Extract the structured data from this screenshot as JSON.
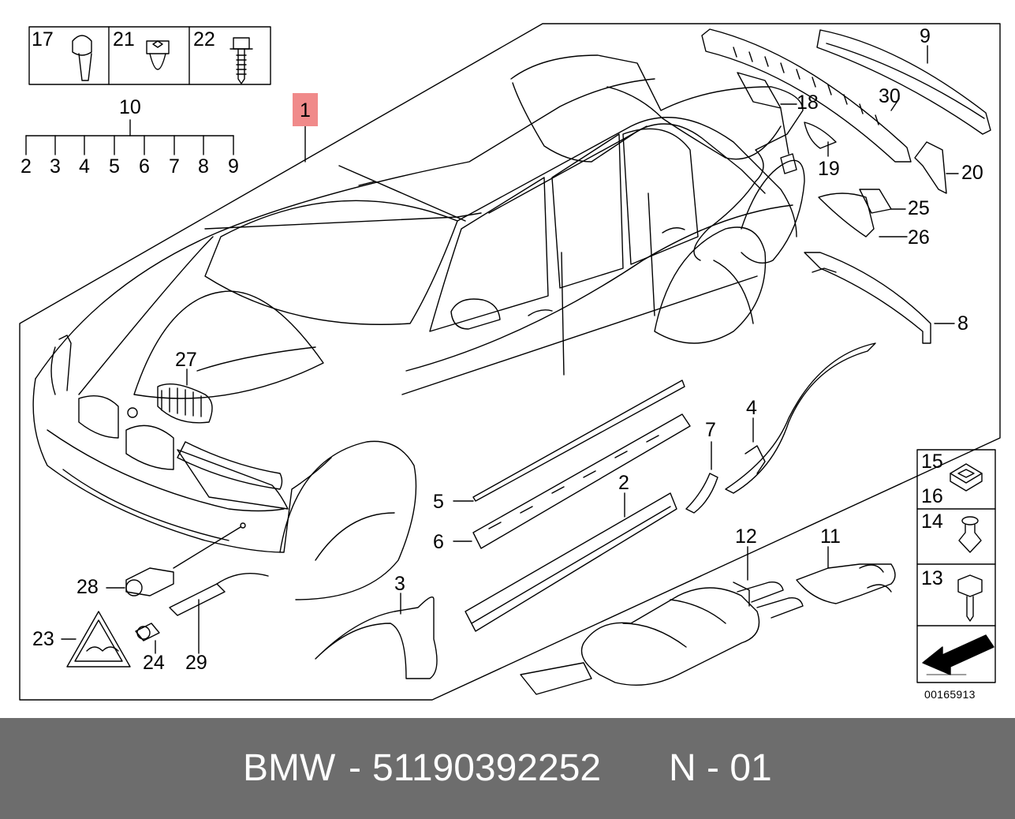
{
  "diagram": {
    "highlighted_label": "1",
    "reference_number": "00165913",
    "highlight_color": "#f08a8a",
    "labels": {
      "l17": "17",
      "l21": "21",
      "l22": "22",
      "l10": "10",
      "l2a": "2",
      "l3a": "3",
      "l4a": "4",
      "l5a": "5",
      "l6a": "6",
      "l7a": "7",
      "l8a": "8",
      "l9a": "9",
      "l9": "9",
      "l30": "30",
      "l18": "18",
      "l19": "19",
      "l20": "20",
      "l25": "25",
      "l26": "26",
      "l8": "8",
      "l27": "27",
      "l4": "4",
      "l7": "7",
      "l2": "2",
      "l5": "5",
      "l6": "6",
      "l15": "15",
      "l16": "16",
      "l14": "14",
      "l13": "13",
      "l12": "12",
      "l11": "11",
      "l3": "3",
      "l28": "28",
      "l23": "23",
      "l24": "24",
      "l29": "29"
    }
  },
  "footer": {
    "brand": "BMW",
    "separator": "-",
    "part_number": "51190392252",
    "code": "N - 01",
    "background": "#6d6d6d"
  }
}
